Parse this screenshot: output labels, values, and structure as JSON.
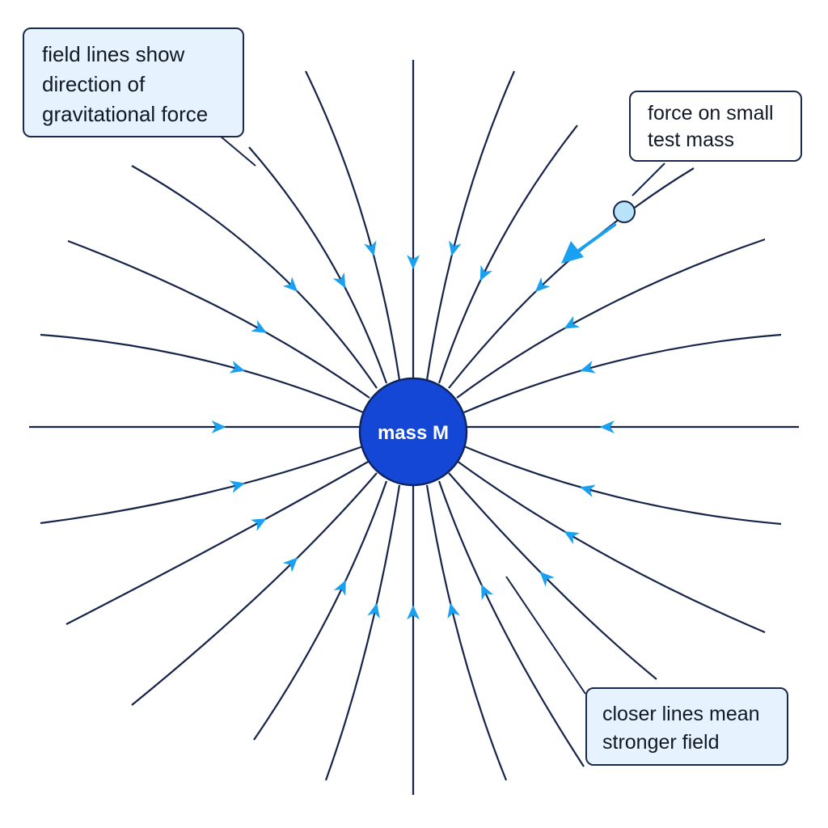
{
  "annotations": {
    "field_lines": [
      "field lines show",
      "direction of",
      "gravitational force"
    ],
    "test_mass": [
      "force on small",
      "test mass"
    ],
    "closer_lines": [
      "closer lines mean",
      "stronger field"
    ]
  },
  "mass": {
    "label": "mass M"
  },
  "colors": {
    "field_line": "#17244a",
    "arrow": "#1aa0f0",
    "mass_fill": "#1447d6",
    "mass_stroke": "#0f2560",
    "test_mass_fill": "#b9e3fb",
    "force_arrow": "#1aa0f0",
    "callout_fill": "#e6f2fd",
    "callout_border": "#1b2a4a"
  },
  "icons": {
    "field_arrow": "arrowhead-icon",
    "test_mass": "test-mass-dot",
    "force": "force-arrow-icon"
  }
}
